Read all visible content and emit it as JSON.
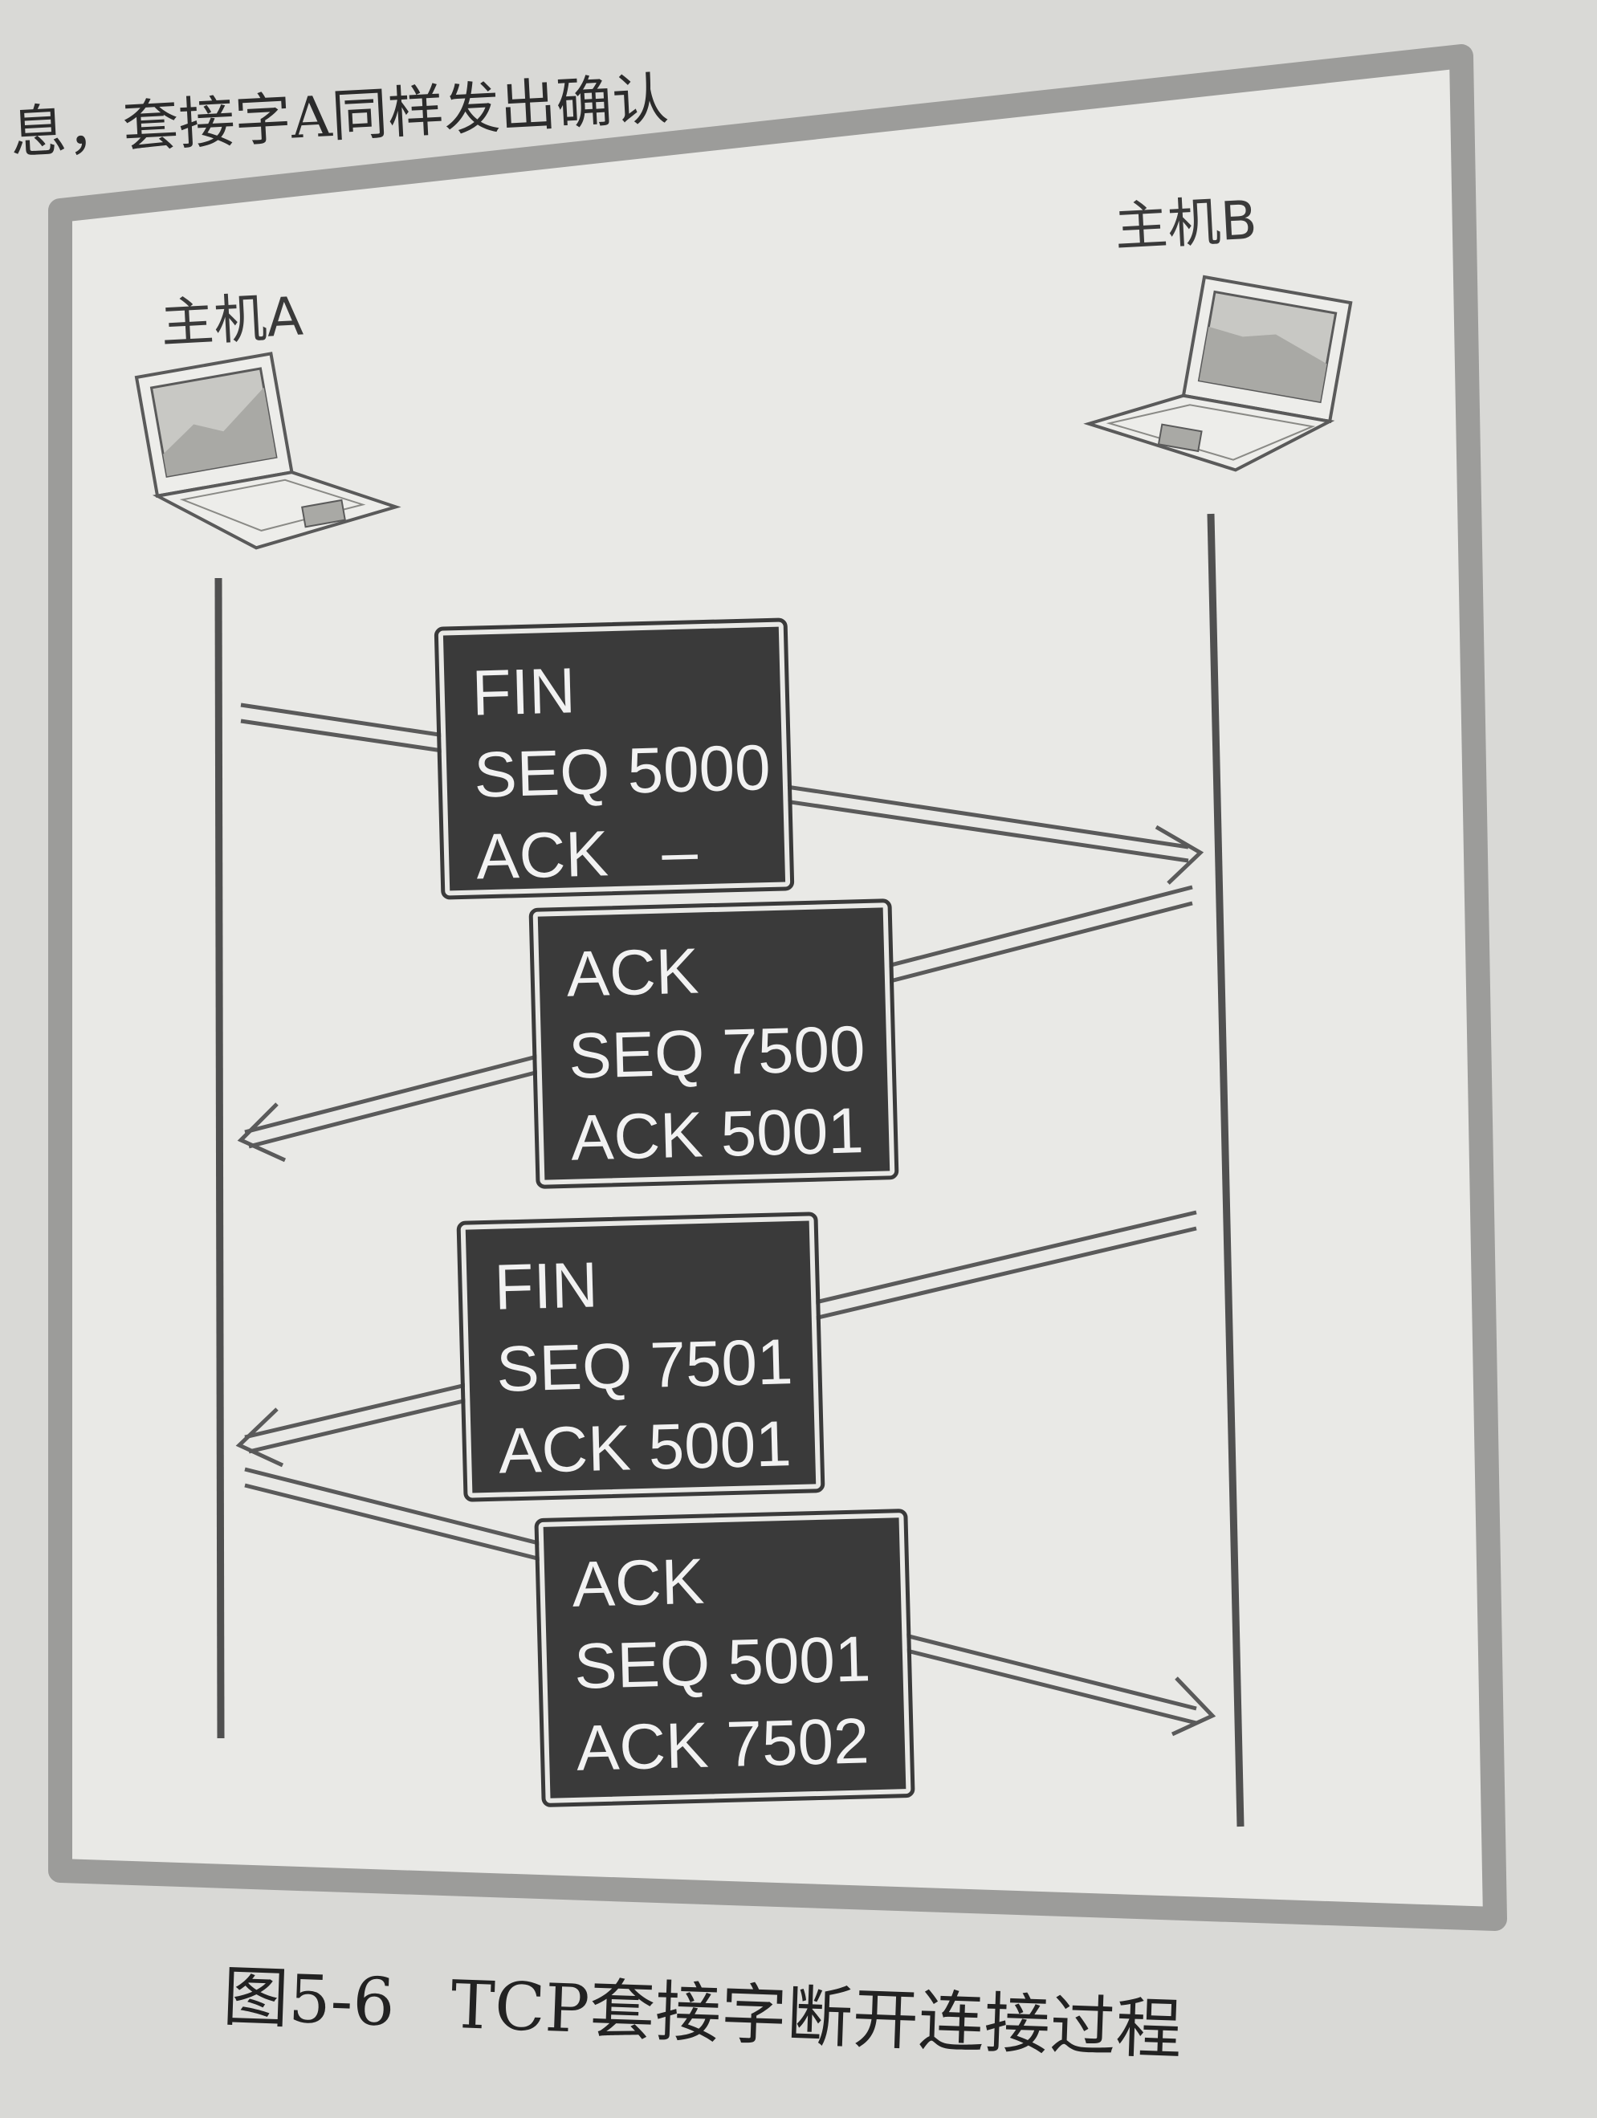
{
  "top_text": "息，套接字A同样发出确认",
  "host_a": {
    "label": "主机A",
    "icon": "laptop-icon"
  },
  "host_b": {
    "label": "主机B",
    "icon": "laptop-icon"
  },
  "packets": [
    {
      "lines": [
        "FIN",
        "SEQ 5000",
        "ACK   –"
      ],
      "direction": "A-to-B"
    },
    {
      "lines": [
        "ACK",
        "SEQ 7500",
        "ACK 5001"
      ],
      "direction": "B-to-A"
    },
    {
      "lines": [
        "FIN",
        "SEQ 7501",
        "ACK 5001"
      ],
      "direction": "B-to-A"
    },
    {
      "lines": [
        "ACK",
        "SEQ 5001",
        "ACK 7502"
      ],
      "direction": "A-to-B"
    }
  ],
  "caption": {
    "number": "图5-6",
    "title": "TCP套接字断开连接过程"
  },
  "colors": {
    "frame": "#9c9c9a",
    "panel": "#e9e9e6",
    "packet": "#3a3a3a"
  }
}
